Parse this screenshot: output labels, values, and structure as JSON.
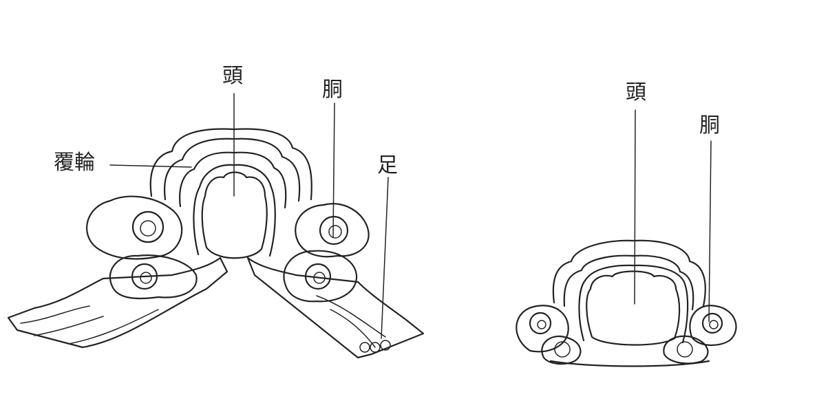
{
  "left_figure": {
    "labels": {
      "head": "頭",
      "body": "胴",
      "rim": "覆輪",
      "foot": "足"
    }
  },
  "right_figure": {
    "labels": {
      "head": "頭",
      "body": "胴"
    }
  }
}
